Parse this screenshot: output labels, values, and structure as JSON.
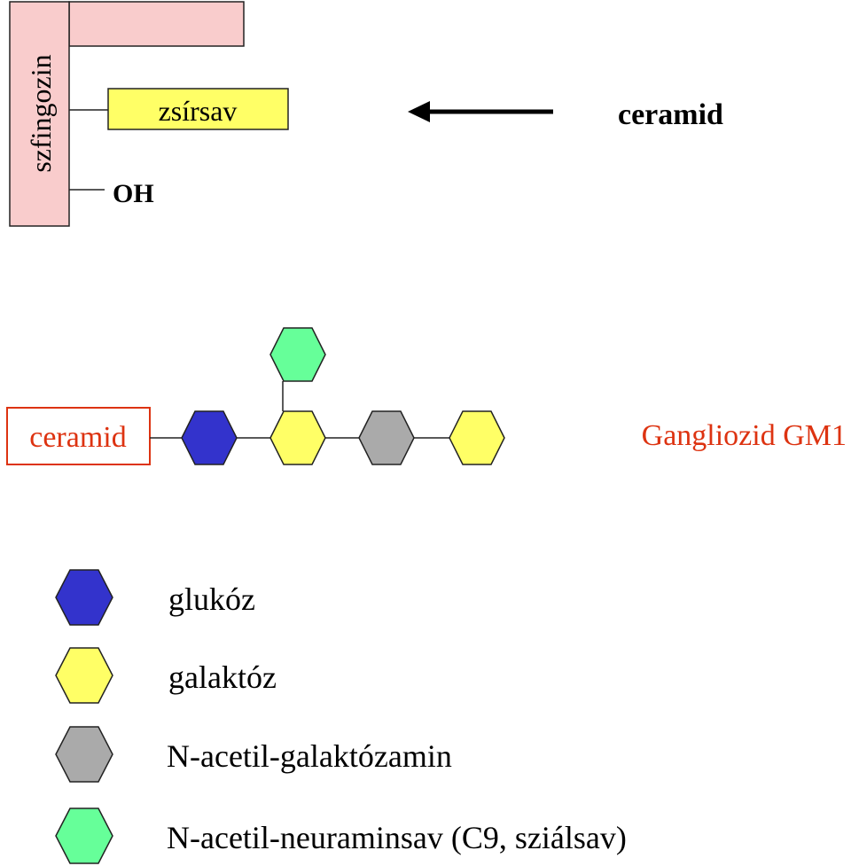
{
  "ceramide_structure": {
    "sphingosine_label": "szfingozin",
    "fatty_acid_label": "zsírsav",
    "hydroxyl_label": "OH",
    "result_label": "ceramid"
  },
  "ganglioside": {
    "anchor_label": "ceramid",
    "name": "Gangliozid GM1",
    "chain": [
      "glukóz",
      "galaktóz",
      "N-acetil-galaktózamin",
      "galaktóz"
    ],
    "branch": "N-acetil-neuraminsav (C9, sziálsav)"
  },
  "legend": [
    {
      "label": "glukóz",
      "color": "#3333cc"
    },
    {
      "label": "galaktóz",
      "color": "#ffff66"
    },
    {
      "label": "N-acetil-galaktózamin",
      "color": "#aaaaaa"
    },
    {
      "label": "N-acetil-neuraminsav (C9, sziálsav)",
      "color": "#66ff99"
    }
  ],
  "colors": {
    "sphingosine_fill": "#f9cccc",
    "fatty_acid_fill": "#ffff66",
    "accent_red": "#dd3311",
    "outline": "#222222"
  }
}
